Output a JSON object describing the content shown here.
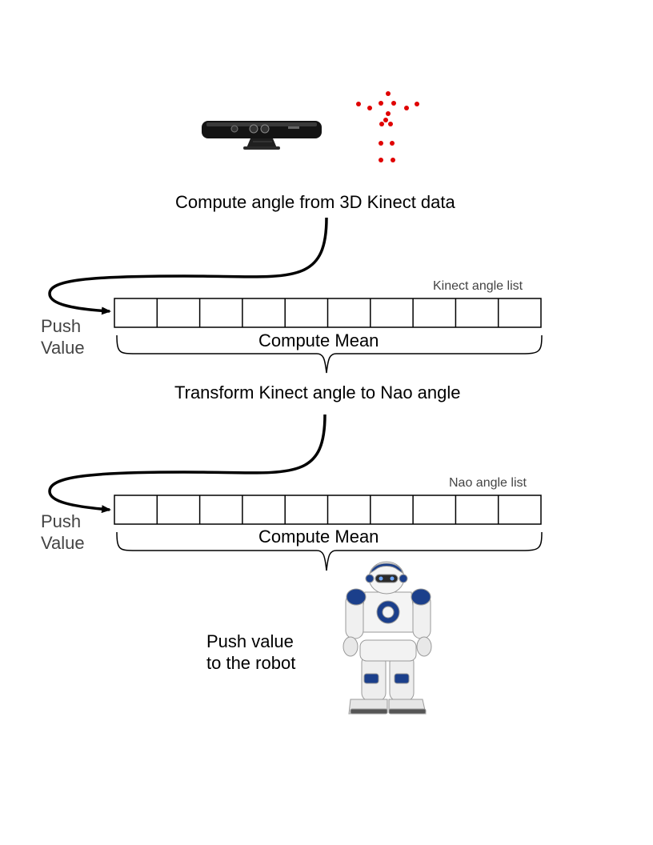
{
  "steps": {
    "compute_angle": "Compute angle from 3D Kinect data",
    "transform": "Transform Kinect angle to Nao angle"
  },
  "kinect_list": {
    "label": "Kinect angle list",
    "push_line1": "Push",
    "push_line2": "Value",
    "mean_label": "Compute Mean",
    "cells": 10
  },
  "nao_list": {
    "label": "Nao angle list",
    "push_line1": "Push",
    "push_line2": "Value",
    "mean_label": "Compute Mean",
    "cells": 10
  },
  "robot": {
    "line1": "Push value",
    "line2": "to the robot"
  },
  "colors": {
    "skeleton_dots": "#e00000",
    "robot_accent": "#1b3f8b"
  },
  "icons": [
    "kinect-sensor-icon",
    "skeleton-joints-icon",
    "nao-robot-icon"
  ]
}
